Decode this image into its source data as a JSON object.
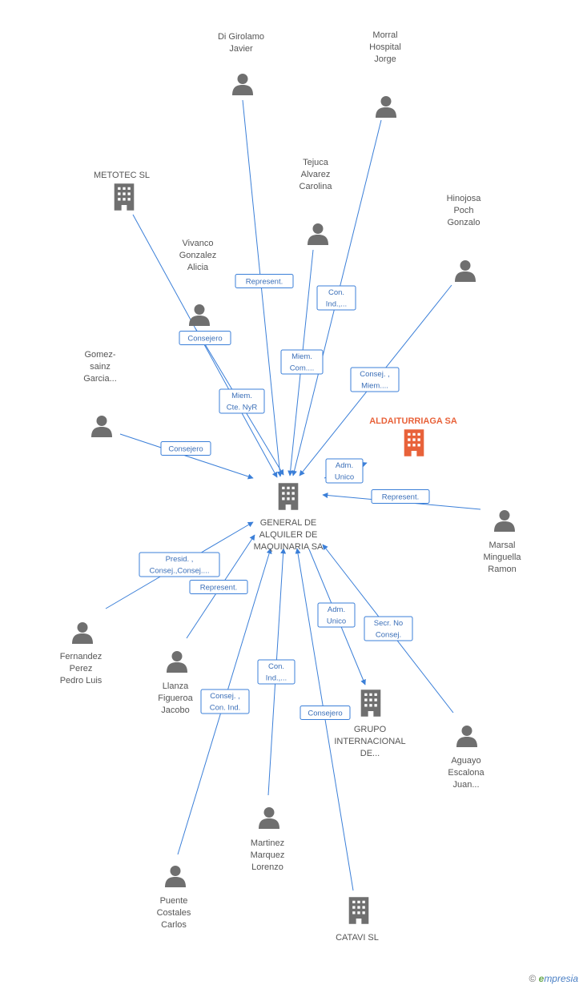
{
  "colors": {
    "edge": "#3b7fd8",
    "person": "#6f6f6f",
    "company": "#6f6f6f",
    "focus": "#e8623a"
  },
  "nodes": [
    {
      "id": "center",
      "type": "company",
      "label": [
        "GENERAL DE",
        "ALQUILER DE",
        "MAQUINARIA SA"
      ]
    },
    {
      "id": "aldai",
      "type": "company",
      "focus": true,
      "label": [
        "ALDAITURRIAGA SA"
      ]
    },
    {
      "id": "digir",
      "type": "person",
      "label": [
        "Di Girolamo",
        "Javier"
      ]
    },
    {
      "id": "morral",
      "type": "person",
      "label": [
        "Morral",
        "Hospital",
        "Jorge"
      ]
    },
    {
      "id": "metotec",
      "type": "company",
      "label": [
        "METOTEC SL"
      ]
    },
    {
      "id": "tejuca",
      "type": "person",
      "label": [
        "Tejuca",
        "Alvarez",
        "Carolina"
      ]
    },
    {
      "id": "hinojosa",
      "type": "person",
      "label": [
        "Hinojosa",
        "Poch",
        "Gonzalo"
      ]
    },
    {
      "id": "vivanco",
      "type": "person",
      "label": [
        "Vivanco",
        "Gonzalez",
        "Alicia"
      ]
    },
    {
      "id": "gomez",
      "type": "person",
      "label": [
        "Gomez-",
        "sainz",
        "Garcia..."
      ]
    },
    {
      "id": "marsal",
      "type": "person",
      "label": [
        "Marsal",
        "Minguella",
        "Ramon"
      ]
    },
    {
      "id": "fernandez",
      "type": "person",
      "label": [
        "Fernandez",
        "Perez",
        "Pedro Luis"
      ]
    },
    {
      "id": "llanza",
      "type": "person",
      "label": [
        "Llanza",
        "Figueroa",
        "Jacobo"
      ]
    },
    {
      "id": "grupo",
      "type": "company",
      "label": [
        "GRUPO",
        "INTERNACIONAL",
        "DE..."
      ]
    },
    {
      "id": "aguayo",
      "type": "person",
      "label": [
        "Aguayo",
        "Escalona",
        "Juan..."
      ]
    },
    {
      "id": "martinez",
      "type": "person",
      "label": [
        "Martinez",
        "Marquez",
        "Lorenzo"
      ]
    },
    {
      "id": "puente",
      "type": "person",
      "label": [
        "Puente",
        "Costales",
        "Carlos"
      ]
    },
    {
      "id": "catavi",
      "type": "company",
      "label": [
        "CATAVI SL"
      ]
    }
  ],
  "edges": [
    {
      "from": "digir",
      "to": "center",
      "label": [
        "Represent."
      ]
    },
    {
      "from": "morral",
      "to": "center",
      "label": [
        "Con.",
        "Ind.,..."
      ]
    },
    {
      "from": "metotec",
      "to": "center",
      "label": [
        "Miem.",
        "Cte. NyR"
      ]
    },
    {
      "from": "tejuca",
      "to": "center",
      "label": [
        "Miem.",
        "Com...."
      ]
    },
    {
      "from": "hinojosa",
      "to": "center",
      "label": [
        "Consej. ,",
        "Miem...."
      ]
    },
    {
      "from": "vivanco",
      "to": "center",
      "label": [
        "Consejero"
      ]
    },
    {
      "from": "gomez",
      "to": "center",
      "label": [
        "Consejero"
      ]
    },
    {
      "from": "center",
      "to": "aldai",
      "label": [
        "Adm.",
        "Unico"
      ]
    },
    {
      "from": "marsal",
      "to": "center",
      "label": [
        "Represent."
      ]
    },
    {
      "from": "fernandez",
      "to": "center",
      "label": [
        "Presid. ,",
        "Consej.,Consej...."
      ]
    },
    {
      "from": "llanza",
      "to": "center",
      "label": [
        "Represent."
      ]
    },
    {
      "from": "center",
      "to": "grupo",
      "label": [
        "Adm.",
        "Unico"
      ]
    },
    {
      "from": "aguayo",
      "to": "center",
      "label": [
        "Secr.  No",
        "Consej."
      ]
    },
    {
      "from": "martinez",
      "to": "center",
      "label": [
        "Con.",
        "Ind.,..."
      ]
    },
    {
      "from": "puente",
      "to": "center",
      "label": [
        "Consej. ,",
        "Con. Ind."
      ]
    },
    {
      "from": "catavi",
      "to": "center",
      "label": [
        "Consejero"
      ]
    }
  ],
  "footer": {
    "copyright": "©",
    "brand_initial": "e",
    "brand_rest": "mpresia"
  }
}
